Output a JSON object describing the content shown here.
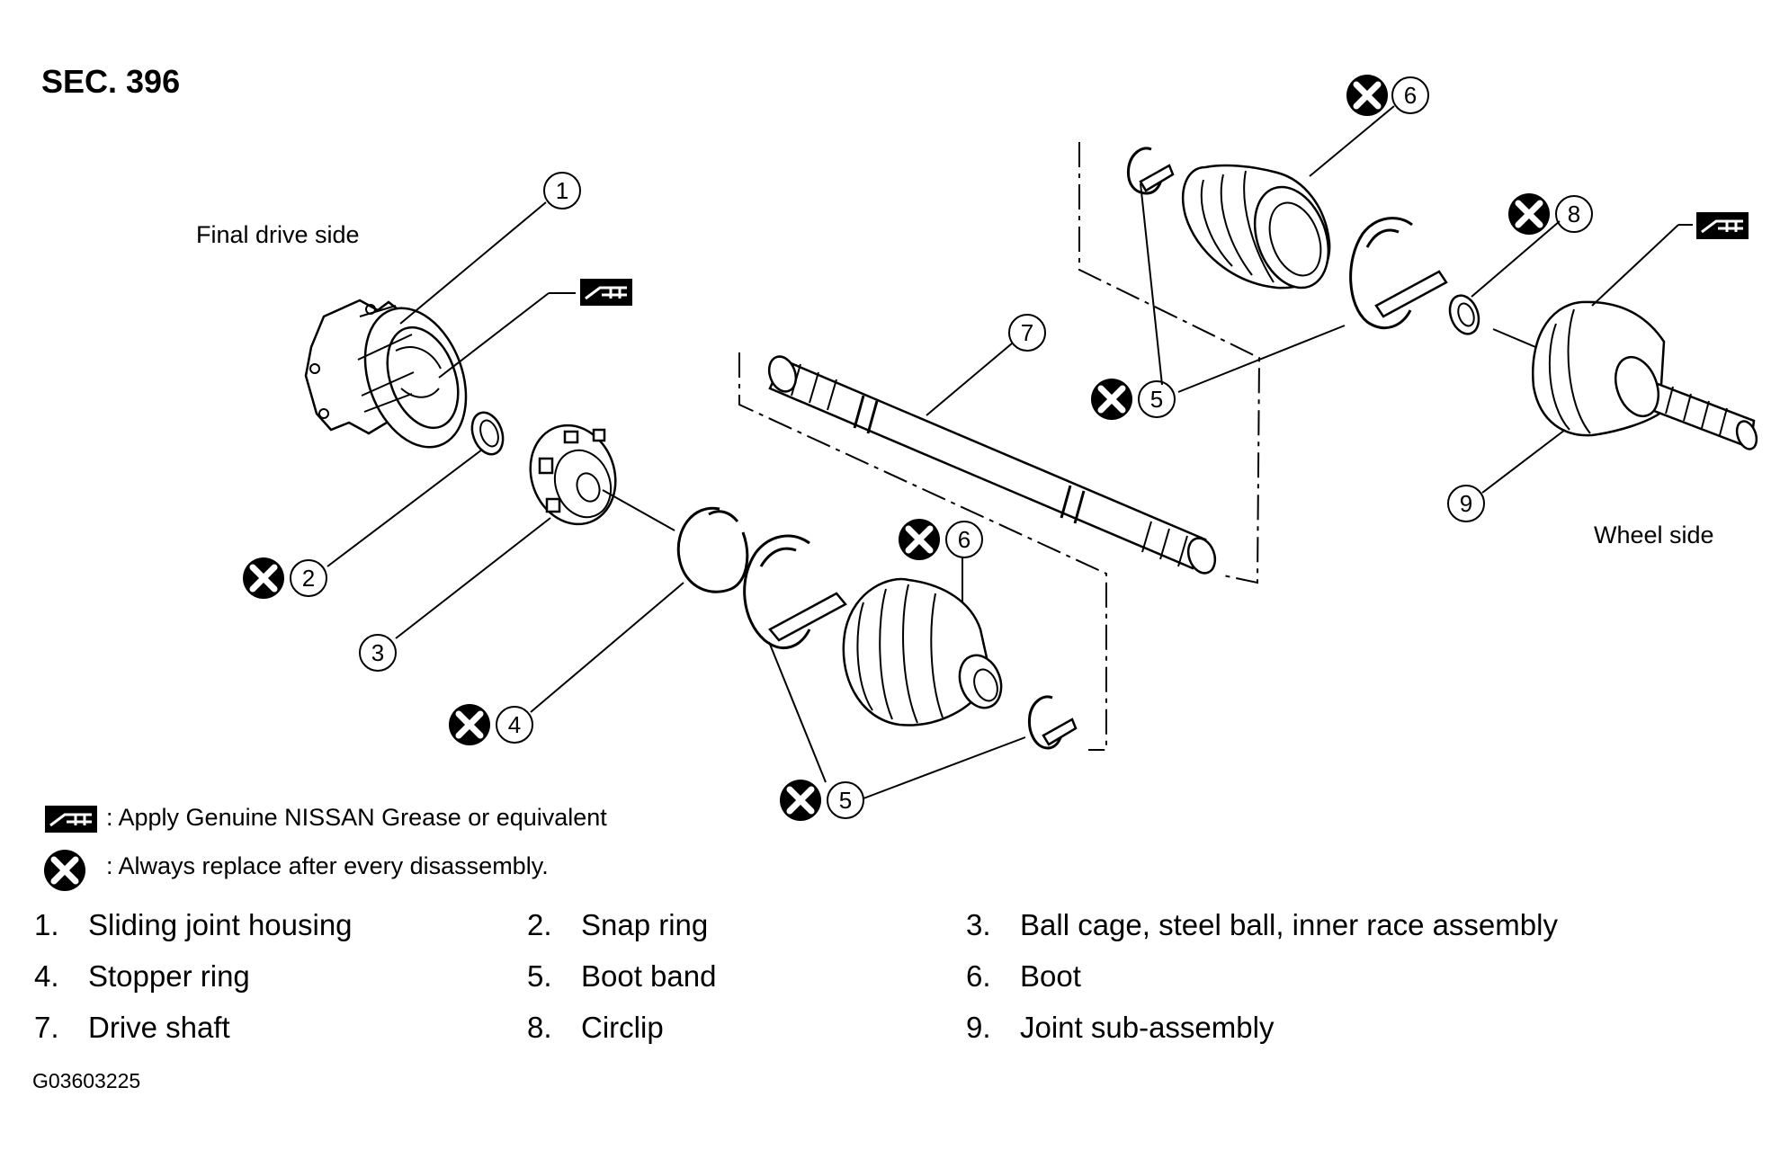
{
  "section": "SEC. 396",
  "sides": {
    "final_drive": "Final drive side",
    "wheel": "Wheel side"
  },
  "callouts": {
    "c1": "1",
    "c2": "2",
    "c3": "3",
    "c4": "4",
    "c5a": "5",
    "c5b": "5",
    "c6a": "6",
    "c6b": "6",
    "c7": "7",
    "c8": "8",
    "c9": "9"
  },
  "legend": {
    "grease": ": Apply Genuine NISSAN Grease or equivalent",
    "replace": ": Always replace after every disassembly."
  },
  "parts": [
    {
      "num": "1.",
      "name": "Sliding joint housing"
    },
    {
      "num": "2.",
      "name": "Snap ring"
    },
    {
      "num": "3.",
      "name": "Ball cage, steel ball, inner race assembly"
    },
    {
      "num": "4.",
      "name": "Stopper ring"
    },
    {
      "num": "5.",
      "name": "Boot band"
    },
    {
      "num": "6.",
      "name": "Boot"
    },
    {
      "num": "7.",
      "name": "Drive shaft"
    },
    {
      "num": "8.",
      "name": "Circlip"
    },
    {
      "num": "9.",
      "name": "Joint sub-assembly"
    }
  ],
  "figure_code": "G03603225",
  "icons": {
    "grease": "grease-gun-icon",
    "replace": "replace-x-icon"
  }
}
